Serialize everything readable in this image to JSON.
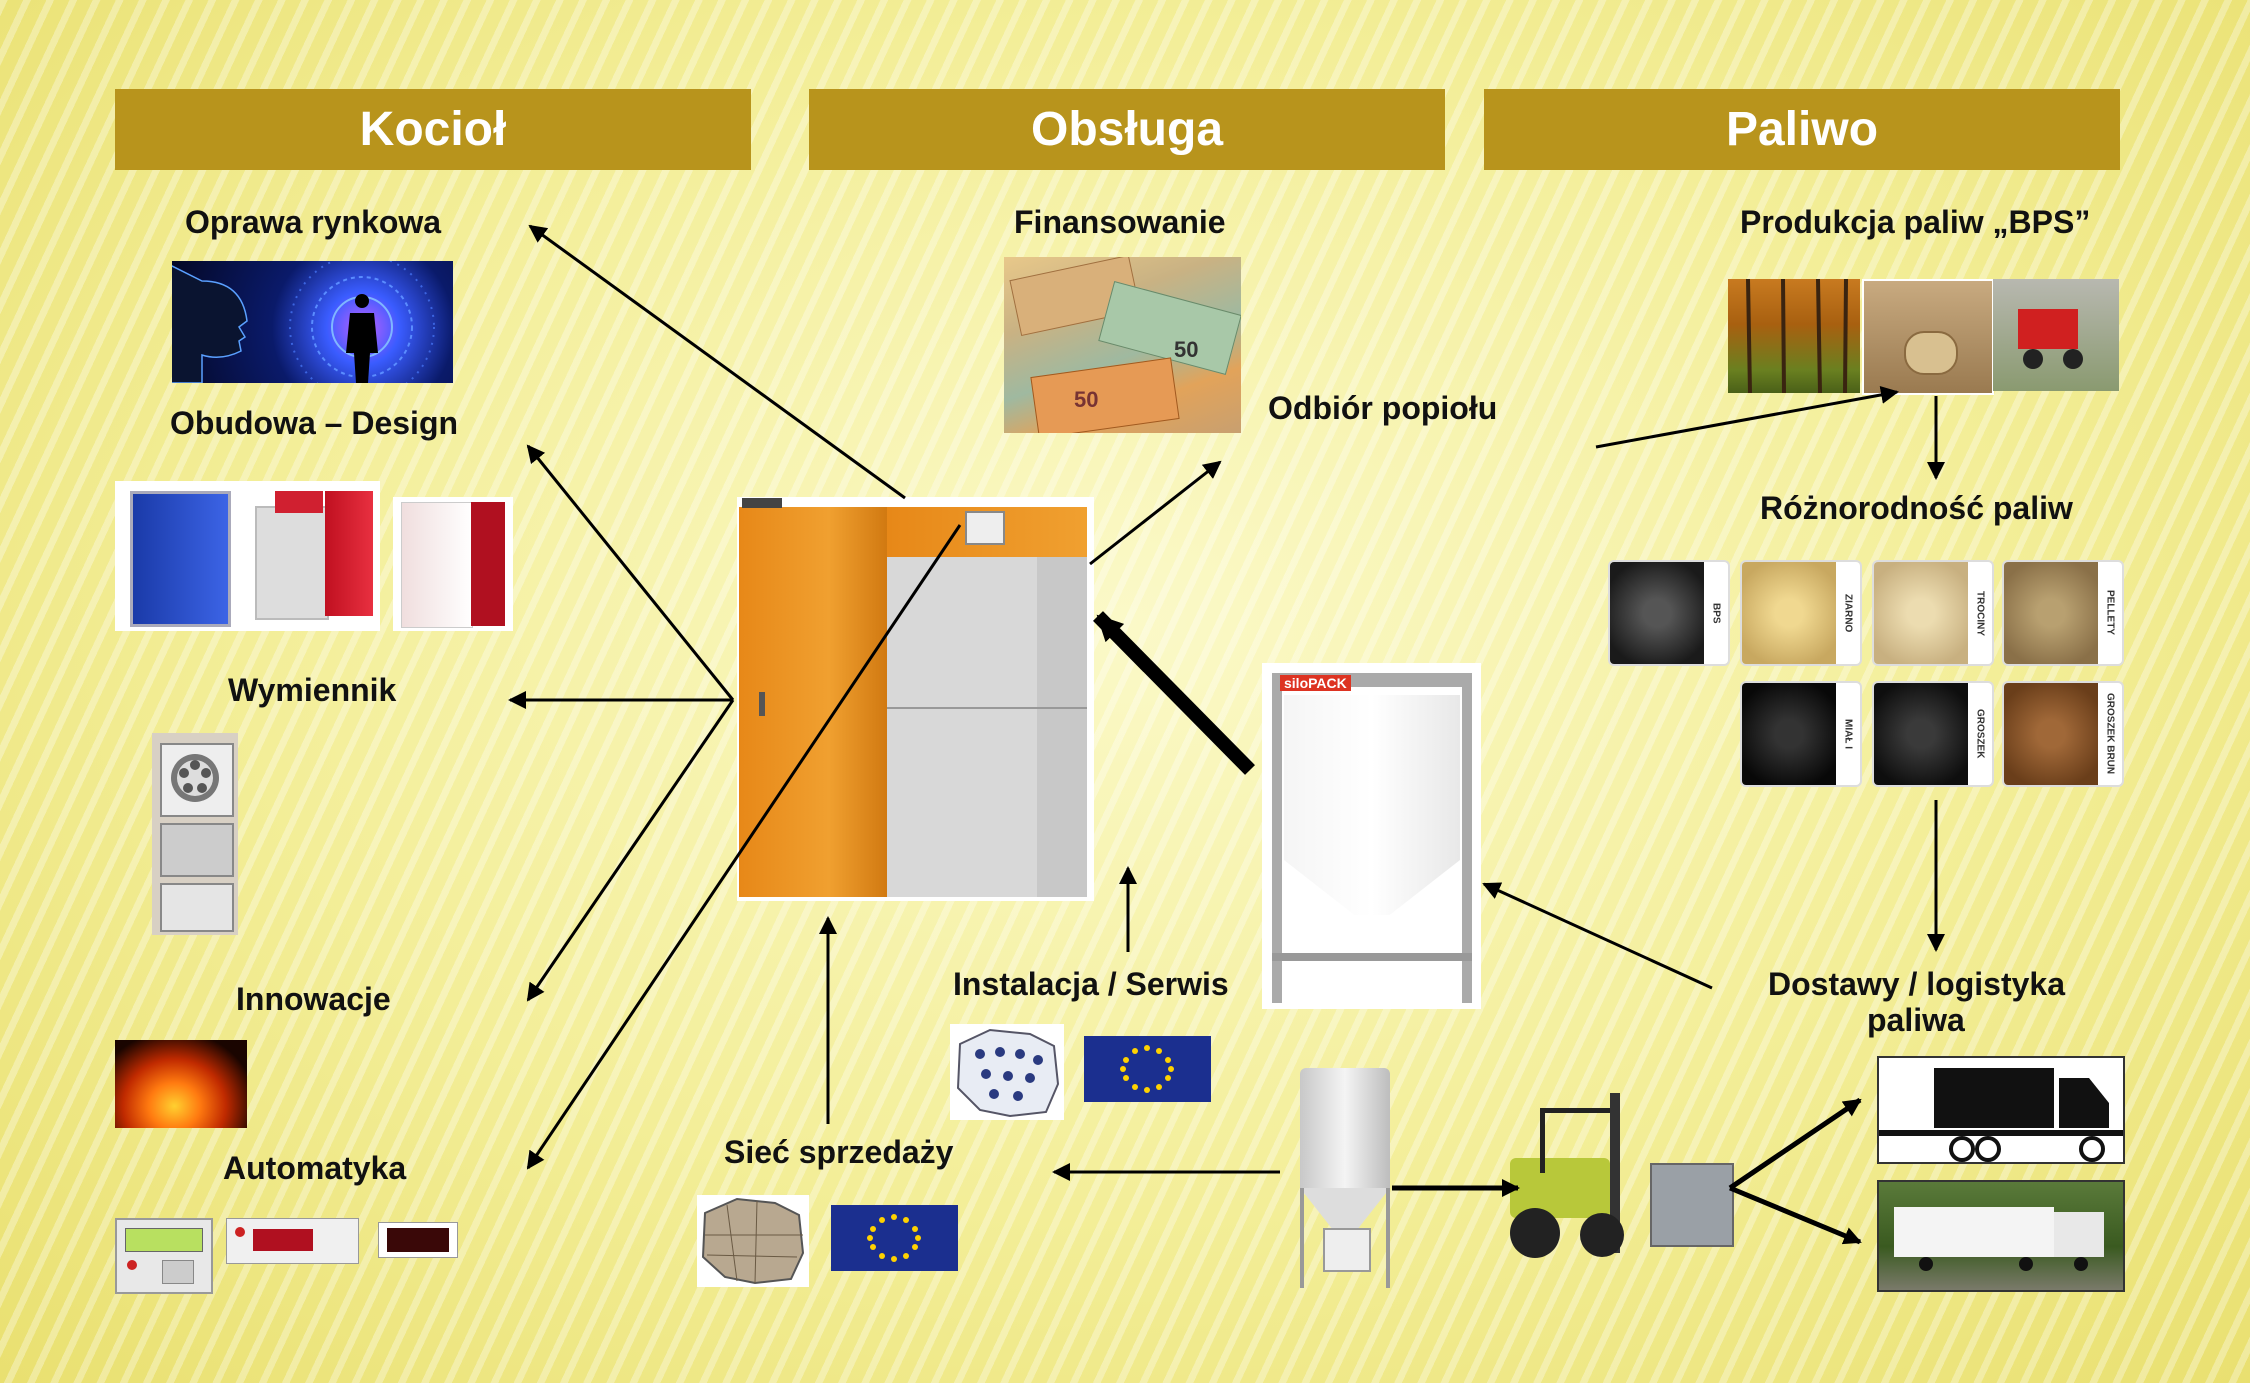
{
  "headers": {
    "kociol": "Kocioł",
    "obsluga": "Obsługa",
    "paliwo": "Paliwo"
  },
  "labels": {
    "oprawa": "Oprawa rynkowa",
    "obudowa": "Obudowa – Design",
    "wymiennik": "Wymiennik",
    "innowacje": "Innowacje",
    "automatyka": "Automatyka",
    "finansowanie": "Finansowanie",
    "odbior": "Odbiór popiołu",
    "instalacja": "Instalacja / Serwis",
    "siec": "Sieć sprzedaży",
    "produkcja": "Produkcja paliw „BPS”",
    "roznorodnosc": "Różnorodność paliw",
    "dostawy_1": "Dostawy / logistyka",
    "dostawy_2": "paliwa"
  },
  "fuel_tiles": [
    "BPS",
    "ZIARNO",
    "TROCINY",
    "PELLETY",
    "MIAŁ I",
    "GROSZEK",
    "GROSZEK BRUN"
  ],
  "silo_brand": "siloPACK",
  "banknote_values": [
    "50",
    "50"
  ],
  "colors": {
    "header": "#b8941c",
    "boiler_orange": "#e8901a",
    "eu_blue": "#1b2f8f",
    "eu_star": "#ffd200"
  }
}
